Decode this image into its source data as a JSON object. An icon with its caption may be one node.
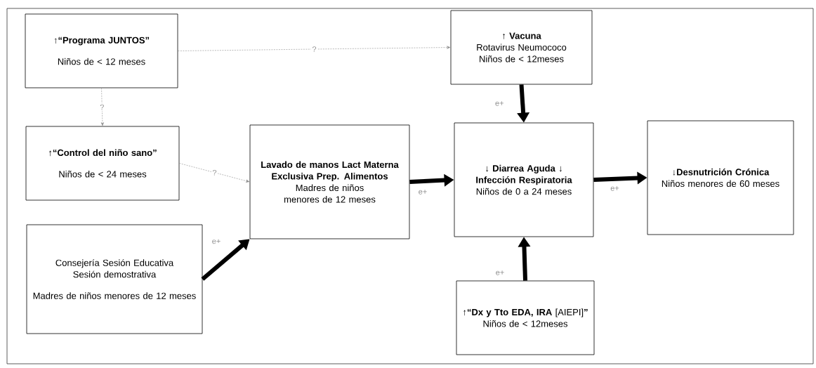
{
  "diagram": {
    "nodes": [
      {
        "text": [
          "↑“Programa JUNTOS”",
          "Niños de < 12 meses"
        ]
      },
      {
        "text": [
          "↑“Control del niño sano”",
          "Niños de < 24 meses"
        ]
      },
      {
        "text": [
          "Consejería Sesión Educativa Sesión demostrativa",
          "Madres de niños menores de 12 meses"
        ]
      },
      {
        "text": [
          "Lavado de manos Lact Materna Exclusiva Prep. Alimentos",
          "Madres de niños menores de 12 meses"
        ]
      },
      {
        "text": [
          "↑ Vacuna",
          "Rotavirus Neumococo",
          "Niños de < 12meses"
        ]
      },
      {
        "text": [
          "↓ Diarrea Aguda ↓ Infección Respiratoria",
          "Niños de 0 a 24 meses"
        ]
      },
      {
        "text": [
          "↓Desnutrición Crónica",
          "Niños menores de 60 meses"
        ]
      },
      {
        "text": [
          "**↑“Dx y Tto EDA, IRA** [AIEPI]**”**",
          "Niños de < 12meses"
        ]
      }
    ],
    "edges": [
      {
        "from": 0,
        "to": 4,
        "arrow": "to",
        "label": "?",
        "style": "dashed",
        "color": "#8c8c8c"
      },
      {
        "from": 0,
        "to": 1,
        "arrow": "to",
        "label": "?",
        "style": "dashed",
        "color": "#8c8c8c"
      },
      {
        "from": 1,
        "to": 3,
        "arrow": "to",
        "label": "?",
        "style": "dashed",
        "color": "#8c8c8c"
      },
      {
        "from": 2,
        "to": 3,
        "arrow": "to",
        "label": "e+"
      },
      {
        "from": 3,
        "to": 5,
        "arrow": "to",
        "label": "e+"
      },
      {
        "from": 4,
        "to": 5,
        "arrow": "to",
        "label": "e+"
      },
      {
        "from": 5,
        "to": 6,
        "arrow": "to",
        "label": "e+"
      },
      {
        "from": 7,
        "to": 5,
        "arrow": "to",
        "label": "e+"
      }
    ]
  }
}
